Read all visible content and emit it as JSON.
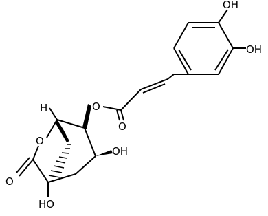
{
  "molecule": {
    "atom_labels": {
      "oh_top": "OH",
      "oh_right": "OH",
      "ester_o": "O",
      "carbonyl_o_acyl": "O",
      "h_bridgehead": "H",
      "ring_o": "O",
      "oh_mid": "OH",
      "lactone_o": "O",
      "oh_bottom": "HO"
    }
  }
}
